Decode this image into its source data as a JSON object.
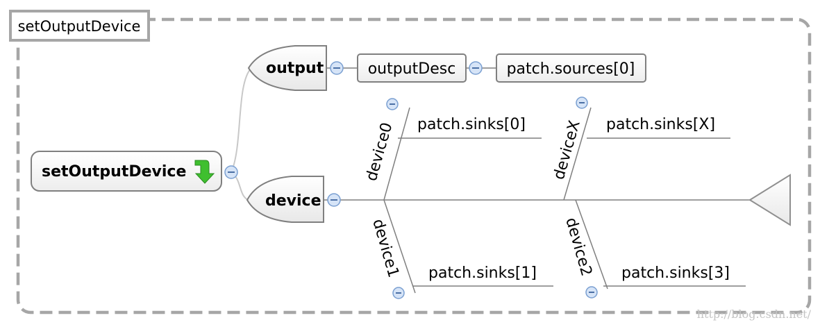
{
  "boundary": {
    "label": "setOutputDevice"
  },
  "root": {
    "label": "setOutputDevice",
    "icon": "green-down-arrow-icon"
  },
  "branches": {
    "output": {
      "label": "output"
    },
    "device": {
      "label": "device"
    }
  },
  "output_chain": [
    "outputDesc",
    "patch.sources[0]"
  ],
  "fishbone": {
    "ribs": [
      {
        "label": "device0",
        "value": "patch.sinks[0]"
      },
      {
        "label": "deviceX",
        "value": "patch.sinks[X]"
      },
      {
        "label": "device1",
        "value": "patch.sinks[1]"
      },
      {
        "label": "device2",
        "value": "patch.sinks[3]"
      }
    ]
  },
  "watermark": "http://blog.csdn.net/",
  "colors": {
    "boundary": "#a6a6a6",
    "node_border": "#7f7f7f",
    "collapse_fill": "#d6e4f7",
    "collapse_stroke": "#7a9fd1",
    "arrow_green": "#3fbf2f"
  }
}
